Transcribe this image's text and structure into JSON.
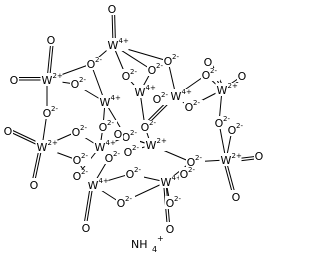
{
  "molecule": {
    "tungsten_charged": "W",
    "oxygen": "O",
    "sup_w4": "4+",
    "sup_w2": "2+",
    "sup_o2": "2-"
  },
  "counter_ion": {
    "label": "NH",
    "subscript": "4",
    "superscript": "+"
  }
}
